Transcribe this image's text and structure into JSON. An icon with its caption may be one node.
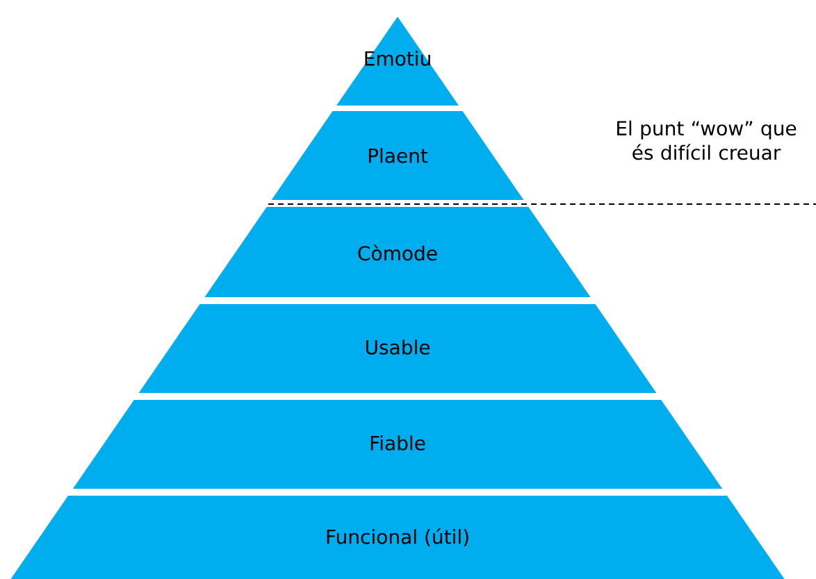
{
  "diagram": {
    "nodes": [
      {
        "text": [
          "Emotiu"
        ]
      },
      {
        "text": [
          "Plaent"
        ]
      },
      {
        "text": [
          "Còmode"
        ]
      },
      {
        "text": [
          "Usable"
        ]
      },
      {
        "text": [
          "Fiable"
        ]
      },
      {
        "text": [
          "Funcional (útil)"
        ]
      }
    ],
    "labels": [
      "El punt “wow” que és difícil creuar"
    ]
  }
}
